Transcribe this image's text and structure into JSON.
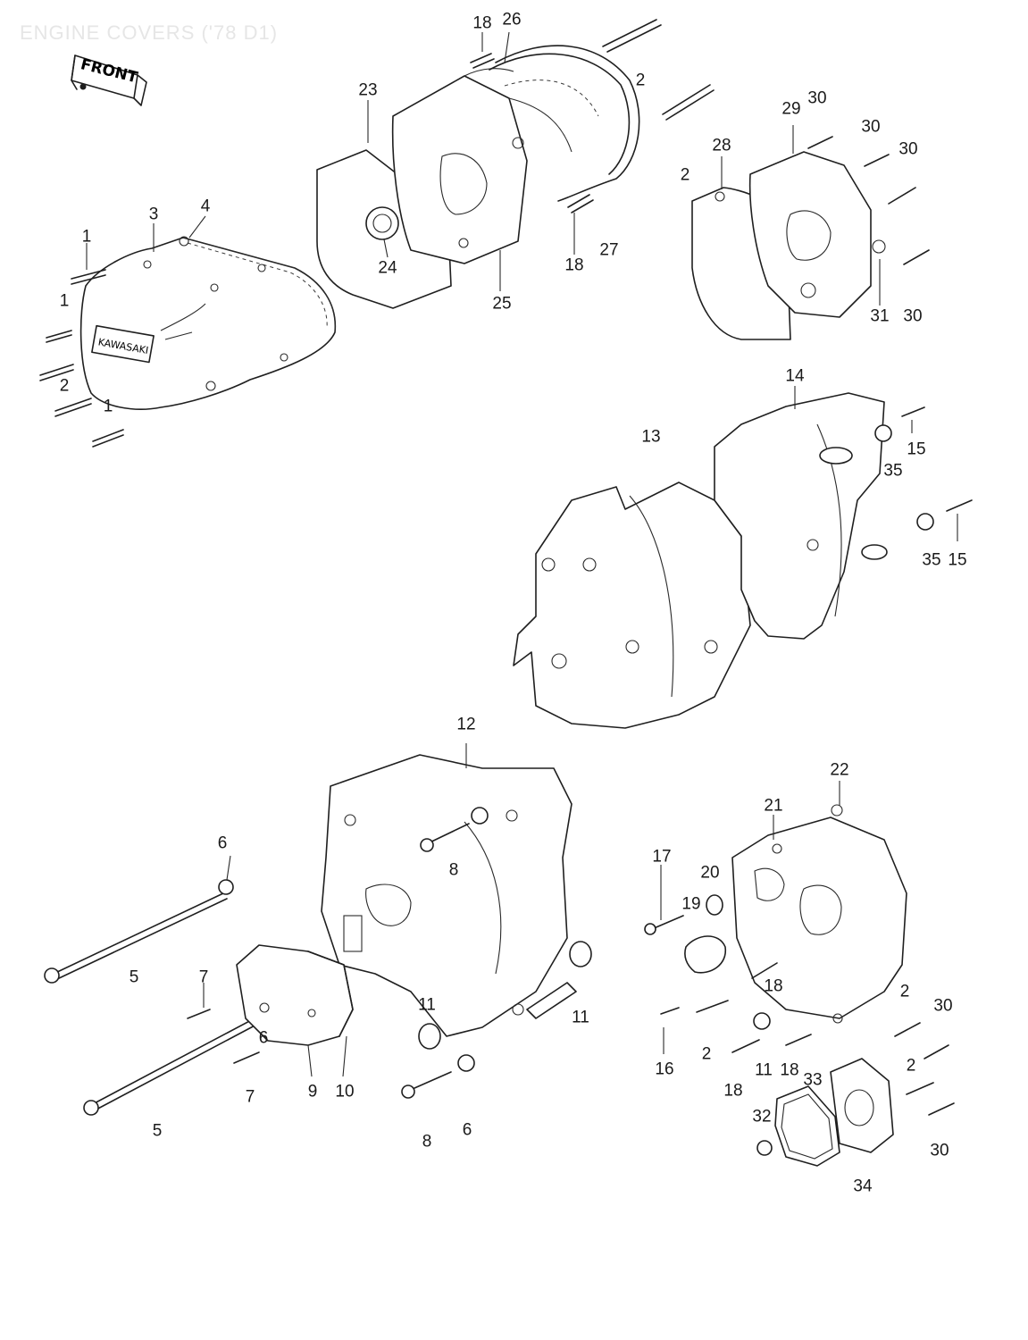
{
  "title": "ENGINE COVERS ('78 D1)",
  "front_badge": "FRONT",
  "cover_badge": "KAWASAKI",
  "callouts": [
    {
      "id": "c18a",
      "text": "18"
    },
    {
      "id": "c26",
      "text": "26"
    },
    {
      "id": "c23",
      "text": "23"
    },
    {
      "id": "c2a",
      "text": "2"
    },
    {
      "id": "c2b",
      "text": "2"
    },
    {
      "id": "c28",
      "text": "28"
    },
    {
      "id": "c29",
      "text": "29"
    },
    {
      "id": "c30a",
      "text": "30"
    },
    {
      "id": "c30b",
      "text": "30"
    },
    {
      "id": "c30c",
      "text": "30"
    },
    {
      "id": "c3",
      "text": "3"
    },
    {
      "id": "c4",
      "text": "4"
    },
    {
      "id": "c1a",
      "text": "1"
    },
    {
      "id": "c1b",
      "text": "1"
    },
    {
      "id": "c2c",
      "text": "2"
    },
    {
      "id": "c1c",
      "text": "1"
    },
    {
      "id": "c24",
      "text": "24"
    },
    {
      "id": "c18b",
      "text": "18"
    },
    {
      "id": "c27",
      "text": "27"
    },
    {
      "id": "c25",
      "text": "25"
    },
    {
      "id": "c31",
      "text": "31"
    },
    {
      "id": "c30d",
      "text": "30"
    },
    {
      "id": "c14",
      "text": "14"
    },
    {
      "id": "c13",
      "text": "13"
    },
    {
      "id": "c15a",
      "text": "15"
    },
    {
      "id": "c35a",
      "text": "35"
    },
    {
      "id": "c35b",
      "text": "35"
    },
    {
      "id": "c15b",
      "text": "15"
    },
    {
      "id": "c12",
      "text": "12"
    },
    {
      "id": "c22",
      "text": "22"
    },
    {
      "id": "c21",
      "text": "21"
    },
    {
      "id": "c6a",
      "text": "6"
    },
    {
      "id": "c8a",
      "text": "8"
    },
    {
      "id": "c17",
      "text": "17"
    },
    {
      "id": "c20",
      "text": "20"
    },
    {
      "id": "c19",
      "text": "19"
    },
    {
      "id": "c5a",
      "text": "5"
    },
    {
      "id": "c7a",
      "text": "7"
    },
    {
      "id": "c18c",
      "text": "18"
    },
    {
      "id": "c2d",
      "text": "2"
    },
    {
      "id": "c30e",
      "text": "30"
    },
    {
      "id": "c11a",
      "text": "11"
    },
    {
      "id": "c11b",
      "text": "11"
    },
    {
      "id": "c6b",
      "text": "6"
    },
    {
      "id": "c16",
      "text": "16"
    },
    {
      "id": "c2e",
      "text": "2"
    },
    {
      "id": "c11c",
      "text": "11"
    },
    {
      "id": "c18d",
      "text": "18"
    },
    {
      "id": "c2f",
      "text": "2"
    },
    {
      "id": "c7b",
      "text": "7"
    },
    {
      "id": "c9",
      "text": "9"
    },
    {
      "id": "c10",
      "text": "10"
    },
    {
      "id": "c18e",
      "text": "18"
    },
    {
      "id": "c33",
      "text": "33"
    },
    {
      "id": "c32",
      "text": "32"
    },
    {
      "id": "c8b",
      "text": "8"
    },
    {
      "id": "c6c",
      "text": "6"
    },
    {
      "id": "c5b",
      "text": "5"
    },
    {
      "id": "c30f",
      "text": "30"
    },
    {
      "id": "c34",
      "text": "34"
    }
  ]
}
